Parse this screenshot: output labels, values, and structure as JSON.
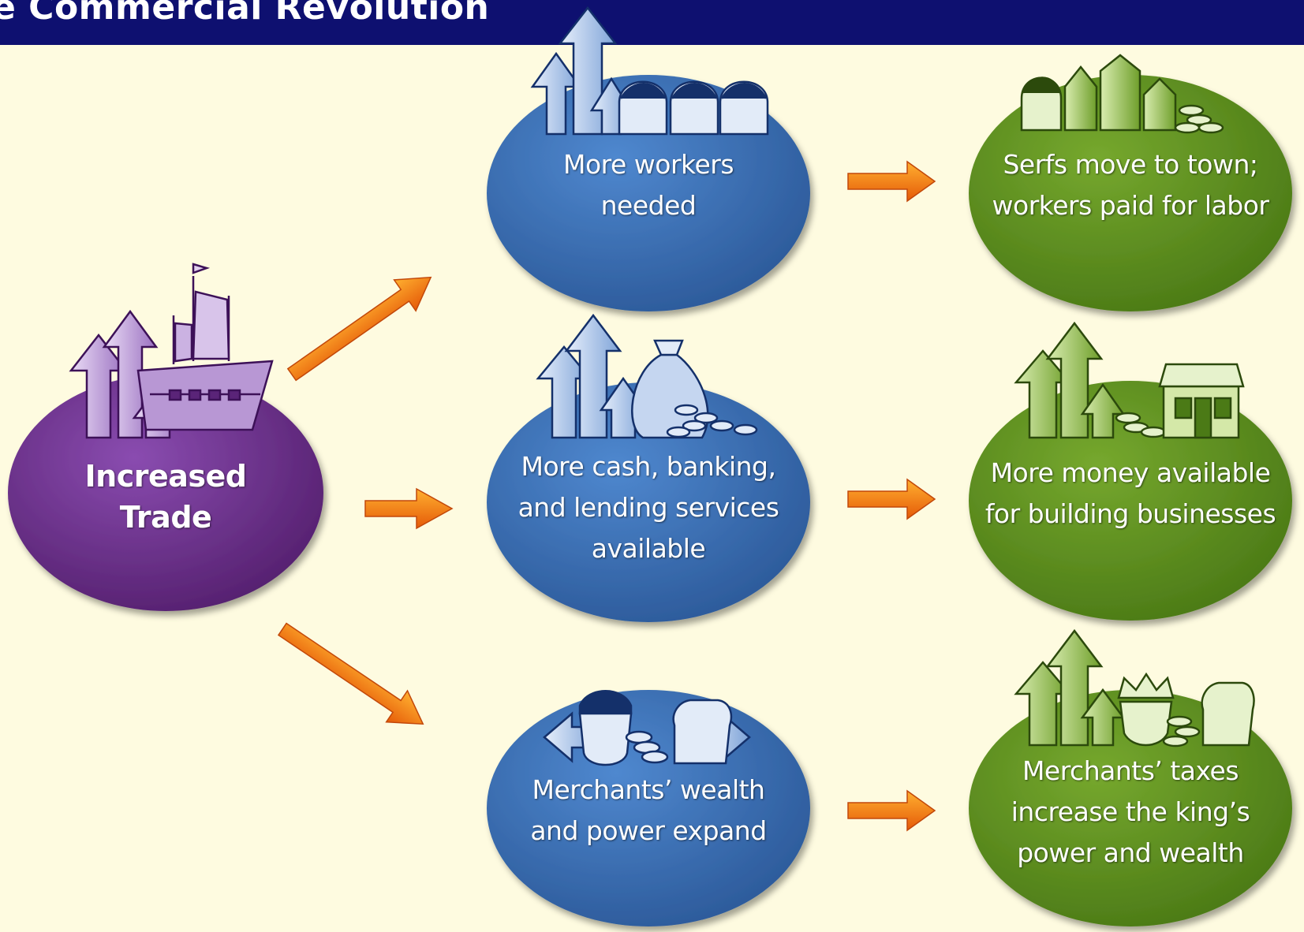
{
  "header": {
    "title": "e Commercial Revolution"
  },
  "nodes": {
    "trade": {
      "lines": [
        "Increased",
        "Trade"
      ],
      "color": "#6a2a8e"
    },
    "workers": {
      "lines": [
        "More workers",
        "needed"
      ],
      "color": "#3a6fb8"
    },
    "cash": {
      "lines": [
        "More cash, banking,",
        "and lending services",
        "available"
      ],
      "color": "#3a6fb8"
    },
    "merchants": {
      "lines": [
        "Merchants’ wealth",
        "and power expand"
      ],
      "color": "#3a6fb8"
    },
    "serfs": {
      "lines": [
        "Serfs move to town;",
        "workers paid for labor"
      ],
      "color": "#5a8f1e"
    },
    "money": {
      "lines": [
        "More money available",
        "for building businesses"
      ],
      "color": "#5a8f1e"
    },
    "taxes": {
      "lines": [
        "Merchants’ taxes",
        "increase the king’s",
        "power and wealth"
      ],
      "color": "#5a8f1e"
    }
  },
  "icons": {
    "trade": "ship-with-up-arrows-icon",
    "workers": "up-arrows-with-workers-icon",
    "cash": "up-arrows-with-money-bag-icon",
    "merchants": "merchant-coins-fist-expand-icon",
    "serfs": "serf-houses-coins-icon",
    "money": "up-arrows-shop-coins-icon",
    "taxes": "up-arrows-crown-king-fist-icon"
  },
  "arrow_color": "#f07a10"
}
